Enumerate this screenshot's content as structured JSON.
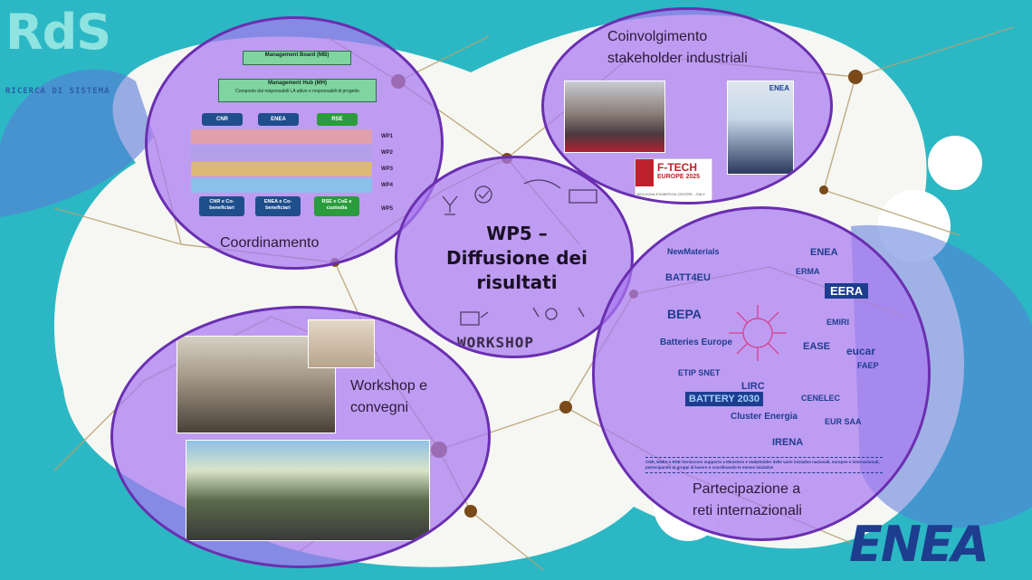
{
  "brand": {
    "rds_logo": "RdS",
    "rds_subtitle": "RICERCA DI SISTEMA",
    "enea_logo": "ENEA"
  },
  "colors": {
    "background": "#2bb8c4",
    "bubble_fill": "#a878f0",
    "bubble_border": "#6a2fb0",
    "network_line": "#b8a070",
    "network_node": "#7a4a1a",
    "enea_blue": "#1e3d8f"
  },
  "center": {
    "title_line1": "WP5 –",
    "title_line2": "Diffusione dei",
    "title_line3": "risultati",
    "workshop_text": "WORKSHOP"
  },
  "coordination": {
    "label": "Coordinamento",
    "management_board": "Management Board (MB)",
    "management_hub": "Management Hub (MH)",
    "hub_note": "Composto dai responsabili LA attive e responsabili di progetto",
    "columns": [
      "CNR",
      "ENEA",
      "RSE"
    ],
    "wp_labels": [
      "WP1",
      "WP2",
      "WP3",
      "WP4",
      "WP5"
    ],
    "footers": [
      "CNR e Co-beneficiari",
      "ENEA e Co-beneficiari",
      "RSE e CoE e custodia"
    ]
  },
  "stakeholder": {
    "label_line1": "Coinvolgimento",
    "label_line2": "stakeholder industriali",
    "poster_title": "F-TECH",
    "poster_sub": "EUROPE 2025",
    "poster_note": "BOLOGNA EXHIBITION CENTRE - ITALY"
  },
  "workshop": {
    "label_line1": "Workshop e",
    "label_line2": "convegni"
  },
  "networks": {
    "label_line1": "Partecipazione a",
    "label_line2": "reti internazionali",
    "logos": [
      "NewMaterials",
      "ENEA",
      "BATT4EU",
      "ERMA",
      "EERA",
      "BEPA",
      "EMIRI",
      "Batteries Europe",
      "EASE",
      "eucar",
      "ETIP SNET",
      "BATTERY 2030",
      "LIRC",
      "CENELEC",
      "Cluster Energia",
      "IRENA",
      "FAEP",
      "EUR SAA"
    ],
    "footnote": "CNR, ENEA e RSE forniscono supporto a Ministero e stakeholder delle varie iniziative nazionali, europee e internazionali, partecipando ai gruppi di lavoro e coordinando le stesse iniziative"
  }
}
